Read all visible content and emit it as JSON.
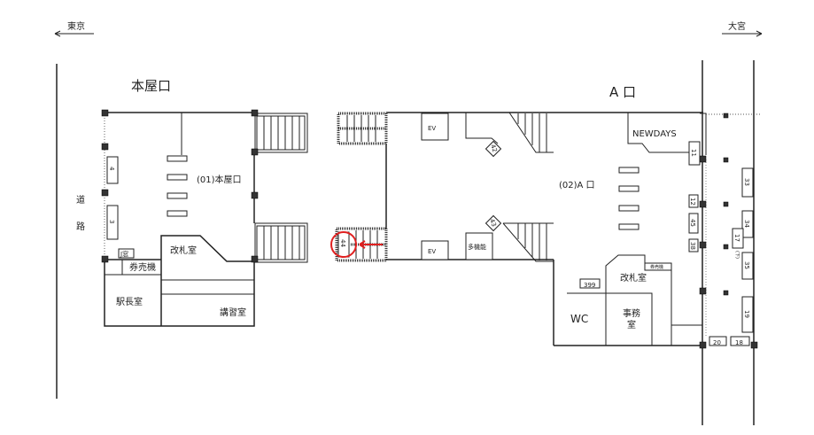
{
  "directions": {
    "left": "東京",
    "right": "大宮"
  },
  "road": [
    "道",
    "路"
  ],
  "honya": {
    "title": "本屋口",
    "exit_label": "(01)本屋口",
    "ticket_office": "改札室",
    "ticket_machines": "券売機",
    "small_box": "J窓",
    "station_master": "駅長室",
    "training_room": "講習室",
    "pillars": [
      "4",
      "3"
    ]
  },
  "center": {
    "ev_top": "EV",
    "ev_bottom": "EV",
    "multipurpose": "多機能",
    "stair_42": "42",
    "stair_43": "43",
    "highlight": "44"
  },
  "a_exit": {
    "title": "A 口",
    "exit_label": "(02)A 口",
    "shop": "NEWDAYS",
    "ticket_office": "改札室",
    "ticket_machines": "券売機",
    "code": "399",
    "wc": "WC",
    "office_1": "事務",
    "office_2": "室",
    "numbers": [
      "11",
      "12",
      "45",
      "38"
    ],
    "platform_numbers": [
      "33",
      "34",
      "17",
      "35",
      "19",
      "20",
      "18"
    ],
    "lower_note": "(下)"
  },
  "colors": {
    "highlight": "#e02020",
    "line": "#222222"
  }
}
